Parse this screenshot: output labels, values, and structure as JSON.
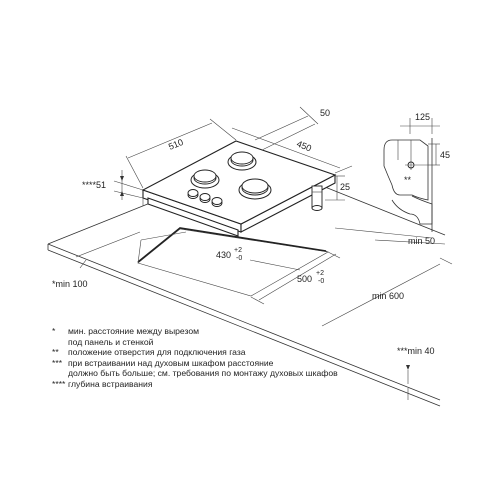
{
  "dimensions": {
    "hob_width": "510",
    "hob_depth": "450",
    "rear_gap": "50",
    "built_in_depth": "****51",
    "hob_height": "25",
    "cutout_width": "430",
    "cutout_width_tol_plus": "+2",
    "cutout_width_tol_minus": "-0",
    "cutout_depth": "500",
    "cutout_depth_tol_plus": "+2",
    "cutout_depth_tol_minus": "-0",
    "min_front": "*min 100",
    "min_rear": "min 50",
    "min_worktop": "min 600",
    "min_oven": "***min 40",
    "gas_inlet_offset": "125",
    "gas_inlet_height": "45",
    "gas_inlet_mark": "**"
  },
  "notes": [
    {
      "mark": "*",
      "lines": [
        "мин. расстояние между вырезом",
        "под панель и стенкой"
      ]
    },
    {
      "mark": "**",
      "lines": [
        "положение отверстия для подключения газа"
      ]
    },
    {
      "mark": "***",
      "lines": [
        "при встраивании над духовым шкафом расстояние",
        "должно быть больше; см. требования по монтажу духовых шкафов"
      ]
    },
    {
      "mark": "****",
      "lines": [
        "глубина встраивания"
      ]
    }
  ]
}
